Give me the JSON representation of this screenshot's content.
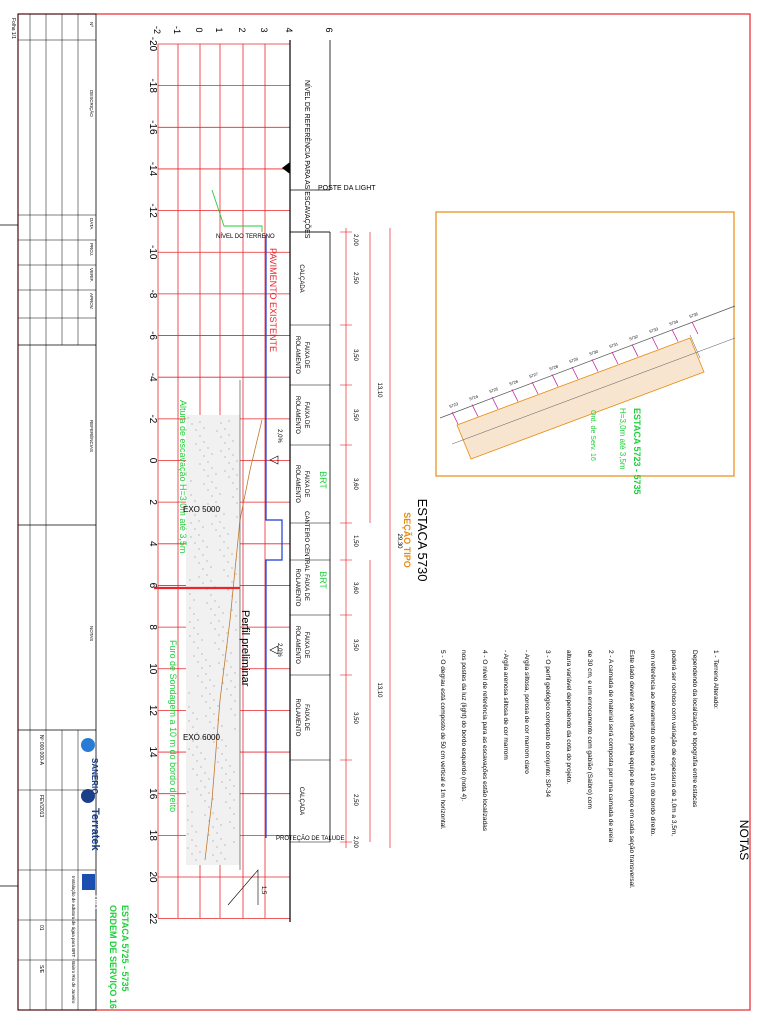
{
  "colors": {
    "frame": "#e8262b",
    "grid": "#e8262b",
    "line": "#000000",
    "green": "#1fcf3a",
    "blue": "#1a3ad8",
    "orange": "#e88a10",
    "brown": "#c0782f",
    "magenta": "#c020a0",
    "gray": "#7a7a7a",
    "dark_blue": "#1a3e8a"
  },
  "section": {
    "title": "ESTACA 5730",
    "subtitle": "SEÇÃO TIPO",
    "top_dim": "29,30",
    "x_ticks": [
      "-20",
      "-18",
      "-16",
      "-14",
      "-12",
      "-10",
      "-8",
      "-6",
      "-4",
      "-2",
      "0",
      "2",
      "4",
      "6",
      "8",
      "10",
      "12",
      "14",
      "16",
      "18",
      "20",
      "22"
    ],
    "y_ticks": [
      "-2",
      "-1",
      "0",
      "1",
      "2",
      "3",
      "4",
      "6"
    ],
    "lanes": [
      "CALÇADA",
      "FAIXA DE ROLAMENTO",
      "FAIXA DE ROLAMENTO",
      "FAIXA DE ROLAMENTO",
      "CANTEIRO CENTRAL",
      "FAIXA DE ROLAMENTO",
      "FAIXA DE ROLAMENTO",
      "FAIXA DE ROLAMENTO",
      "CALÇADA"
    ],
    "lane_dims": [
      "2,00",
      "2,50",
      "3,50",
      "3,50",
      "3,60",
      "1,50",
      "3,60",
      "3,50",
      "3,50",
      "2,50",
      "2,00"
    ],
    "half_dims": [
      "13,10",
      "13,10"
    ],
    "labels": {
      "reference": "NÍVEL DE REFERÊNCIA PARA AS ESCAVAÇÕES",
      "pole": "POSTE DA LIGHT",
      "ground": "NÍVEL DO TERRENO",
      "pavement": "PAVIMENTO EXISTENTE",
      "brt1": "BRT",
      "brt2": "BRT",
      "excavation_height": "Altura de escavação H=3,0m até 3,5m",
      "axis1": "EXO 5000",
      "axis2": "EXO 6000",
      "profile": "Perfil preliminar",
      "drill": "Furo de Sondagem a 10 m do bordo direito",
      "protection": "PROTEÇÃO DE TALUDE",
      "slope1": "2,0%",
      "slope2": "2,0%",
      "angle": "1,5"
    }
  },
  "inset": {
    "title": "ESTACA 5723 - 5735",
    "height": "H=3,0m até 3,5m",
    "order": "Ord. de Serv. 16",
    "stations": [
      "5723",
      "5724",
      "5725",
      "5726",
      "5727",
      "5728",
      "5729",
      "5730",
      "5731",
      "5732",
      "5733",
      "5734",
      "5735"
    ]
  },
  "notes": {
    "title": "NOTAS",
    "items": [
      "1 - Terreno Alterado:",
      "Dependendo da localização e topografia entre estacas",
      "poderá ser rochoso com variação de espessura de 1,0m a 3,5m,",
      "em referência ao elevamento do terreno a 10 m do bordo direito.",
      "Este dado deverá ser verificado pela equipe de campo em cada seção transversal.",
      "2 - A camada de material será composta por uma camada de areia",
      "de 30 cm, e um enrocamento com gabião (Saibro) com",
      "altura variável dependendo da cota do projeto.",
      "3 - O perfil geológico composto do conjunto: SP-34",
      "- Argila siltosa, porosa de cor marrom claro",
      "- Argila arenosa siltosa de cor marrom",
      "4 - O nível de referência para as escavações estão localizadas",
      "nos postes da luz (light) do bordo esquerdo (nota 4).",
      "5 - O degrau está composto de 50 cm vertical e 1m horizontal."
    ]
  },
  "title_block": {
    "company1": "SANERIO",
    "company2": "Terratek",
    "client": "RIO",
    "project_title": "ESTACA 5725 - 5735",
    "order": "ORDEM DE SERVIÇO 16",
    "description": "Instalação de adutora de água para BRT - Bairro Rio de Janeiro",
    "drawing_no": "Nº 000.000-A",
    "date": "FEV/2013",
    "rev": "01",
    "scale": "S/E",
    "column_heads": [
      "Nº",
      "DESCRIÇÃO",
      "DATA",
      "PROJ.",
      "VERIF.",
      "APROV.",
      "REFERÊNCIAS",
      "NOTAS"
    ],
    "sheet": "Folha 1/1"
  }
}
